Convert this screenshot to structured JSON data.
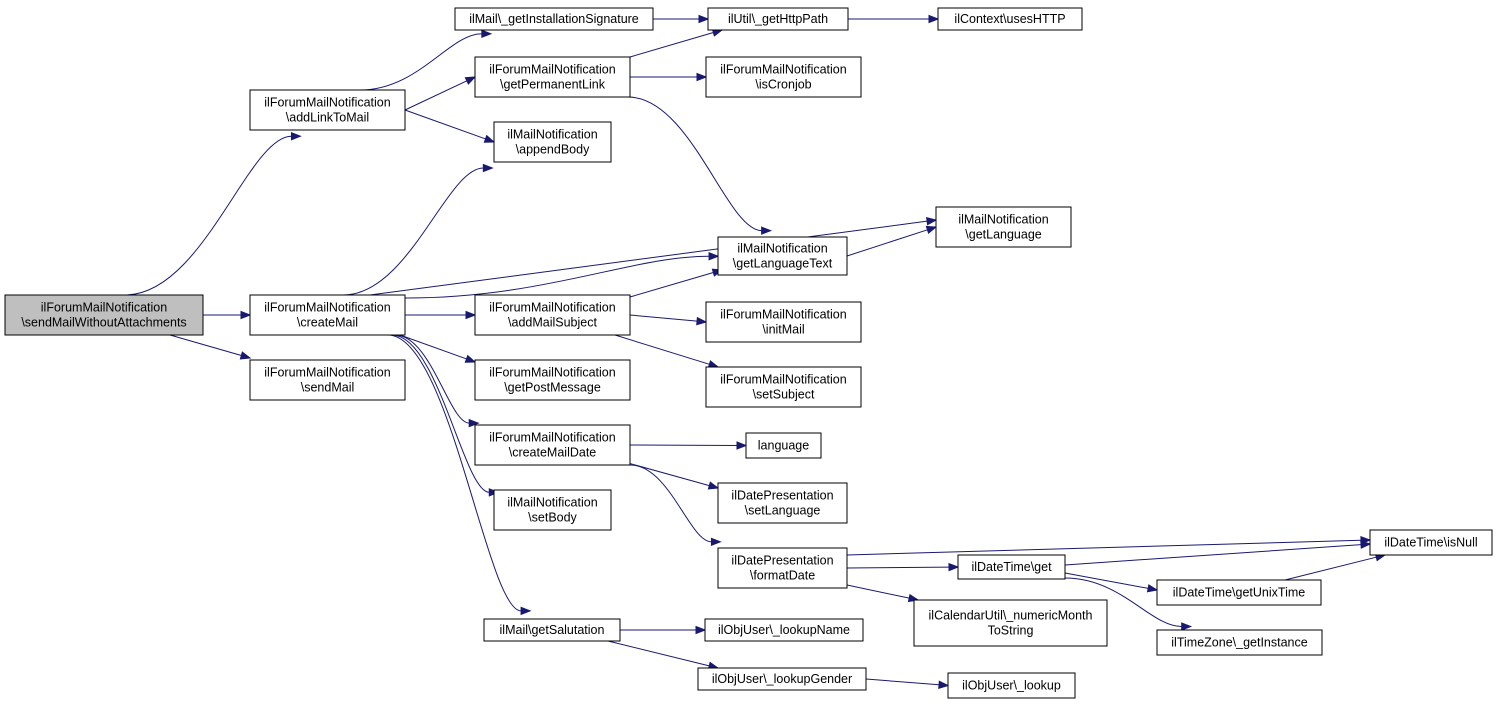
{
  "nodes": [
    {
      "id": "root",
      "lines": [
        "ilForumMailNotification",
        "\\sendMailWithoutAttachments"
      ],
      "root": true
    },
    {
      "id": "addLinkToMail",
      "lines": [
        "ilForumMailNotification",
        "\\addLinkToMail"
      ]
    },
    {
      "id": "createMail",
      "lines": [
        "ilForumMailNotification",
        "\\createMail"
      ]
    },
    {
      "id": "sendMail",
      "lines": [
        "ilForumMailNotification",
        "\\sendMail"
      ]
    },
    {
      "id": "getInstallationSignature",
      "lines": [
        "ilMail\\_getInstallationSignature"
      ]
    },
    {
      "id": "getPermanentLink",
      "lines": [
        "ilForumMailNotification",
        "\\getPermanentLink"
      ]
    },
    {
      "id": "appendBody",
      "lines": [
        "ilMailNotification",
        "\\appendBody"
      ]
    },
    {
      "id": "addMailSubject",
      "lines": [
        "ilForumMailNotification",
        "\\addMailSubject"
      ]
    },
    {
      "id": "getPostMessage",
      "lines": [
        "ilForumMailNotification",
        "\\getPostMessage"
      ]
    },
    {
      "id": "createMailDate",
      "lines": [
        "ilForumMailNotification",
        "\\createMailDate"
      ]
    },
    {
      "id": "setBody",
      "lines": [
        "ilMailNotification",
        "\\setBody"
      ]
    },
    {
      "id": "getSalutation",
      "lines": [
        "ilMail\\getSalutation"
      ]
    },
    {
      "id": "getHttpPath",
      "lines": [
        "ilUtil\\_getHttpPath"
      ]
    },
    {
      "id": "isCronjob",
      "lines": [
        "ilForumMailNotification",
        "\\isCronjob"
      ]
    },
    {
      "id": "getLanguageText",
      "lines": [
        "ilMailNotification",
        "\\getLanguageText"
      ]
    },
    {
      "id": "initMail",
      "lines": [
        "ilForumMailNotification",
        "\\initMail"
      ]
    },
    {
      "id": "setSubject",
      "lines": [
        "ilForumMailNotification",
        "\\setSubject"
      ]
    },
    {
      "id": "language",
      "lines": [
        "language"
      ]
    },
    {
      "id": "setLanguage",
      "lines": [
        "ilDatePresentation",
        "\\setLanguage"
      ]
    },
    {
      "id": "formatDate",
      "lines": [
        "ilDatePresentation",
        "\\formatDate"
      ]
    },
    {
      "id": "lookupName",
      "lines": [
        "ilObjUser\\_lookupName"
      ]
    },
    {
      "id": "lookupGender",
      "lines": [
        "ilObjUser\\_lookupGender"
      ]
    },
    {
      "id": "usesHTTP",
      "lines": [
        "ilContext\\usesHTTP"
      ]
    },
    {
      "id": "getLanguage",
      "lines": [
        "ilMailNotification",
        "\\getLanguage"
      ]
    },
    {
      "id": "dtGet",
      "lines": [
        "ilDateTime\\get"
      ]
    },
    {
      "id": "numericMonth",
      "lines": [
        "ilCalendarUtil\\_numericMonth",
        "ToString"
      ]
    },
    {
      "id": "lookup",
      "lines": [
        "ilObjUser\\_lookup"
      ]
    },
    {
      "id": "isNull",
      "lines": [
        "ilDateTime\\isNull"
      ]
    },
    {
      "id": "getUnixTime",
      "lines": [
        "ilDateTime\\getUnixTime"
      ]
    },
    {
      "id": "getInstance",
      "lines": [
        "ilTimeZone\\_getInstance"
      ]
    }
  ],
  "edges": [
    [
      "root",
      "addLinkToMail"
    ],
    [
      "root",
      "createMail"
    ],
    [
      "root",
      "sendMail"
    ],
    [
      "addLinkToMail",
      "getInstallationSignature"
    ],
    [
      "addLinkToMail",
      "getPermanentLink"
    ],
    [
      "addLinkToMail",
      "appendBody"
    ],
    [
      "createMail",
      "appendBody"
    ],
    [
      "createMail",
      "getLanguage"
    ],
    [
      "createMail",
      "getLanguageText"
    ],
    [
      "createMail",
      "addMailSubject"
    ],
    [
      "createMail",
      "getPostMessage"
    ],
    [
      "createMail",
      "createMailDate"
    ],
    [
      "createMail",
      "setBody"
    ],
    [
      "createMail",
      "getSalutation"
    ],
    [
      "getInstallationSignature",
      "getHttpPath"
    ],
    [
      "getPermanentLink",
      "getHttpPath"
    ],
    [
      "getPermanentLink",
      "isCronjob"
    ],
    [
      "getPermanentLink",
      "getLanguageText"
    ],
    [
      "getHttpPath",
      "usesHTTP"
    ],
    [
      "getLanguageText",
      "getLanguage"
    ],
    [
      "addMailSubject",
      "getLanguageText"
    ],
    [
      "addMailSubject",
      "initMail"
    ],
    [
      "addMailSubject",
      "setSubject"
    ],
    [
      "createMailDate",
      "language"
    ],
    [
      "createMailDate",
      "setLanguage"
    ],
    [
      "createMailDate",
      "formatDate"
    ],
    [
      "formatDate",
      "isNull"
    ],
    [
      "formatDate",
      "dtGet"
    ],
    [
      "formatDate",
      "numericMonth"
    ],
    [
      "dtGet",
      "isNull"
    ],
    [
      "dtGet",
      "getUnixTime"
    ],
    [
      "dtGet",
      "getInstance"
    ],
    [
      "getUnixTime",
      "isNull"
    ],
    [
      "getSalutation",
      "lookupName"
    ],
    [
      "getSalutation",
      "lookupGender"
    ],
    [
      "lookupGender",
      "lookup"
    ]
  ]
}
